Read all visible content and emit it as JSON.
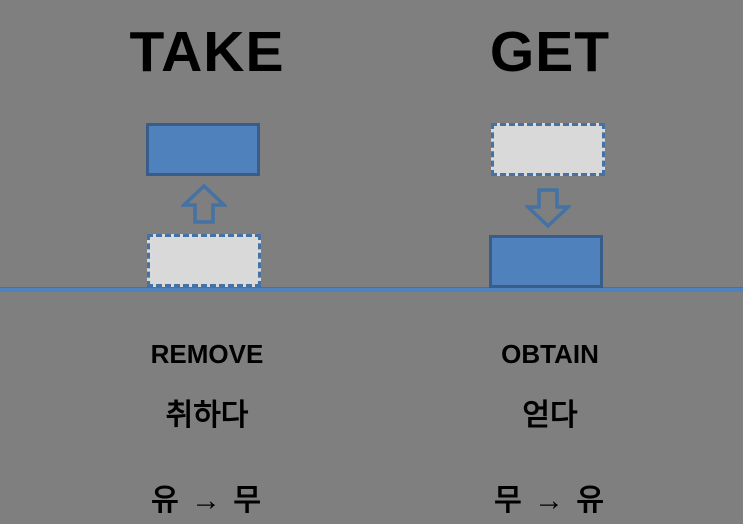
{
  "slide": {
    "background_color": "#7F7F7F",
    "box_fill_color": "#4F81BD",
    "box_border_color": "#385D8A",
    "dashed_box_fill_color": "#D9D9D9",
    "dashed_border_color": "#4472A4",
    "ground_line_color": "#4F81BD",
    "text_color": "#000000"
  },
  "columns": [
    {
      "title": "TAKE",
      "meaning": "REMOVE",
      "korean": "취하다",
      "transition": "유 → 무",
      "arrow_direction": "up"
    },
    {
      "title": "GET",
      "meaning": "OBTAIN",
      "korean": "얻다",
      "transition": "무 → 유",
      "arrow_direction": "down"
    }
  ]
}
